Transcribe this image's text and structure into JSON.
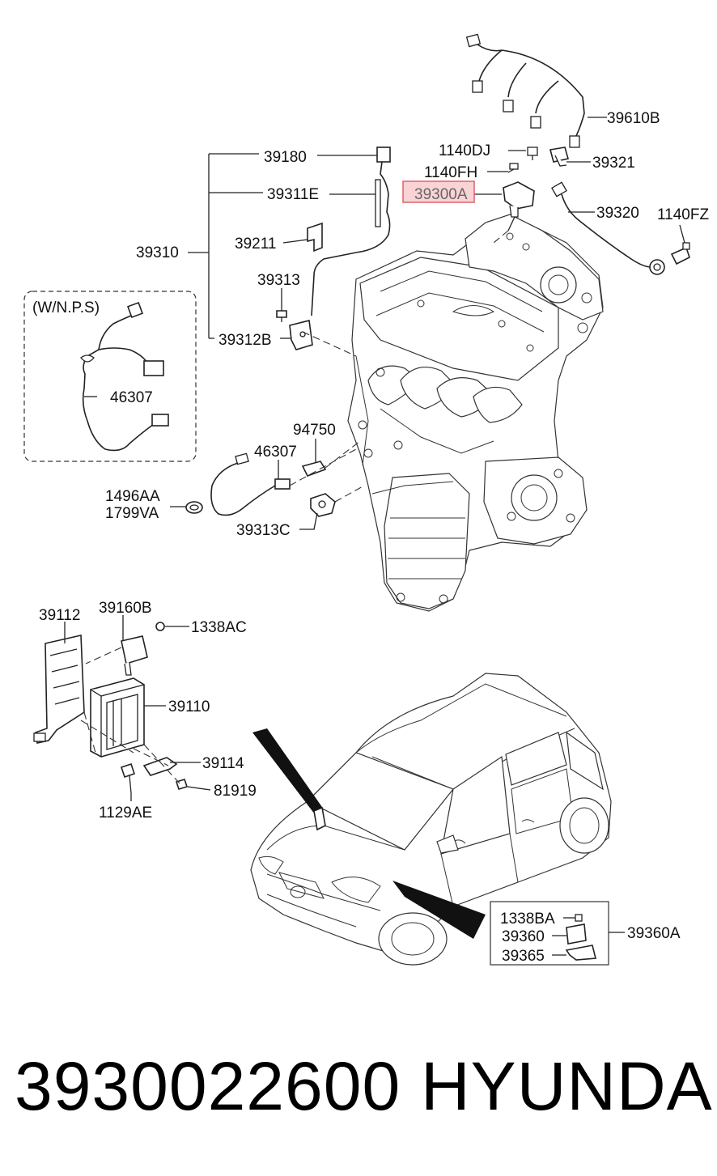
{
  "labels": {
    "c39610B": "39610B",
    "c1140DJ": "1140DJ",
    "c39321": "39321",
    "c39180": "39180",
    "c1140FH": "1140FH",
    "c39300A": "39300A",
    "c39311E": "39311E",
    "c39320": "39320",
    "c1140FZ": "1140FZ",
    "c39211": "39211",
    "c39310": "39310",
    "c39313": "39313",
    "wnps": "(W/N.P.S)",
    "c39312B": "39312B",
    "c46307a": "46307",
    "c94750": "94750",
    "c46307b": "46307",
    "c1496AA": "1496AA",
    "c1799VA": "1799VA",
    "c39313C": "39313C",
    "c39112": "39112",
    "c39160B": "39160B",
    "c1338AC": "1338AC",
    "c39110": "39110",
    "c39114": "39114",
    "c81919": "81919",
    "c1129AE": "1129AE",
    "c1338BA": "1338BA",
    "c39360": "39360",
    "c39365": "39365",
    "c39360A": "39360A"
  },
  "highlight_color": "#e0606a",
  "footer": {
    "part_number": "3930022600",
    "brand": "HYUNDAI"
  }
}
